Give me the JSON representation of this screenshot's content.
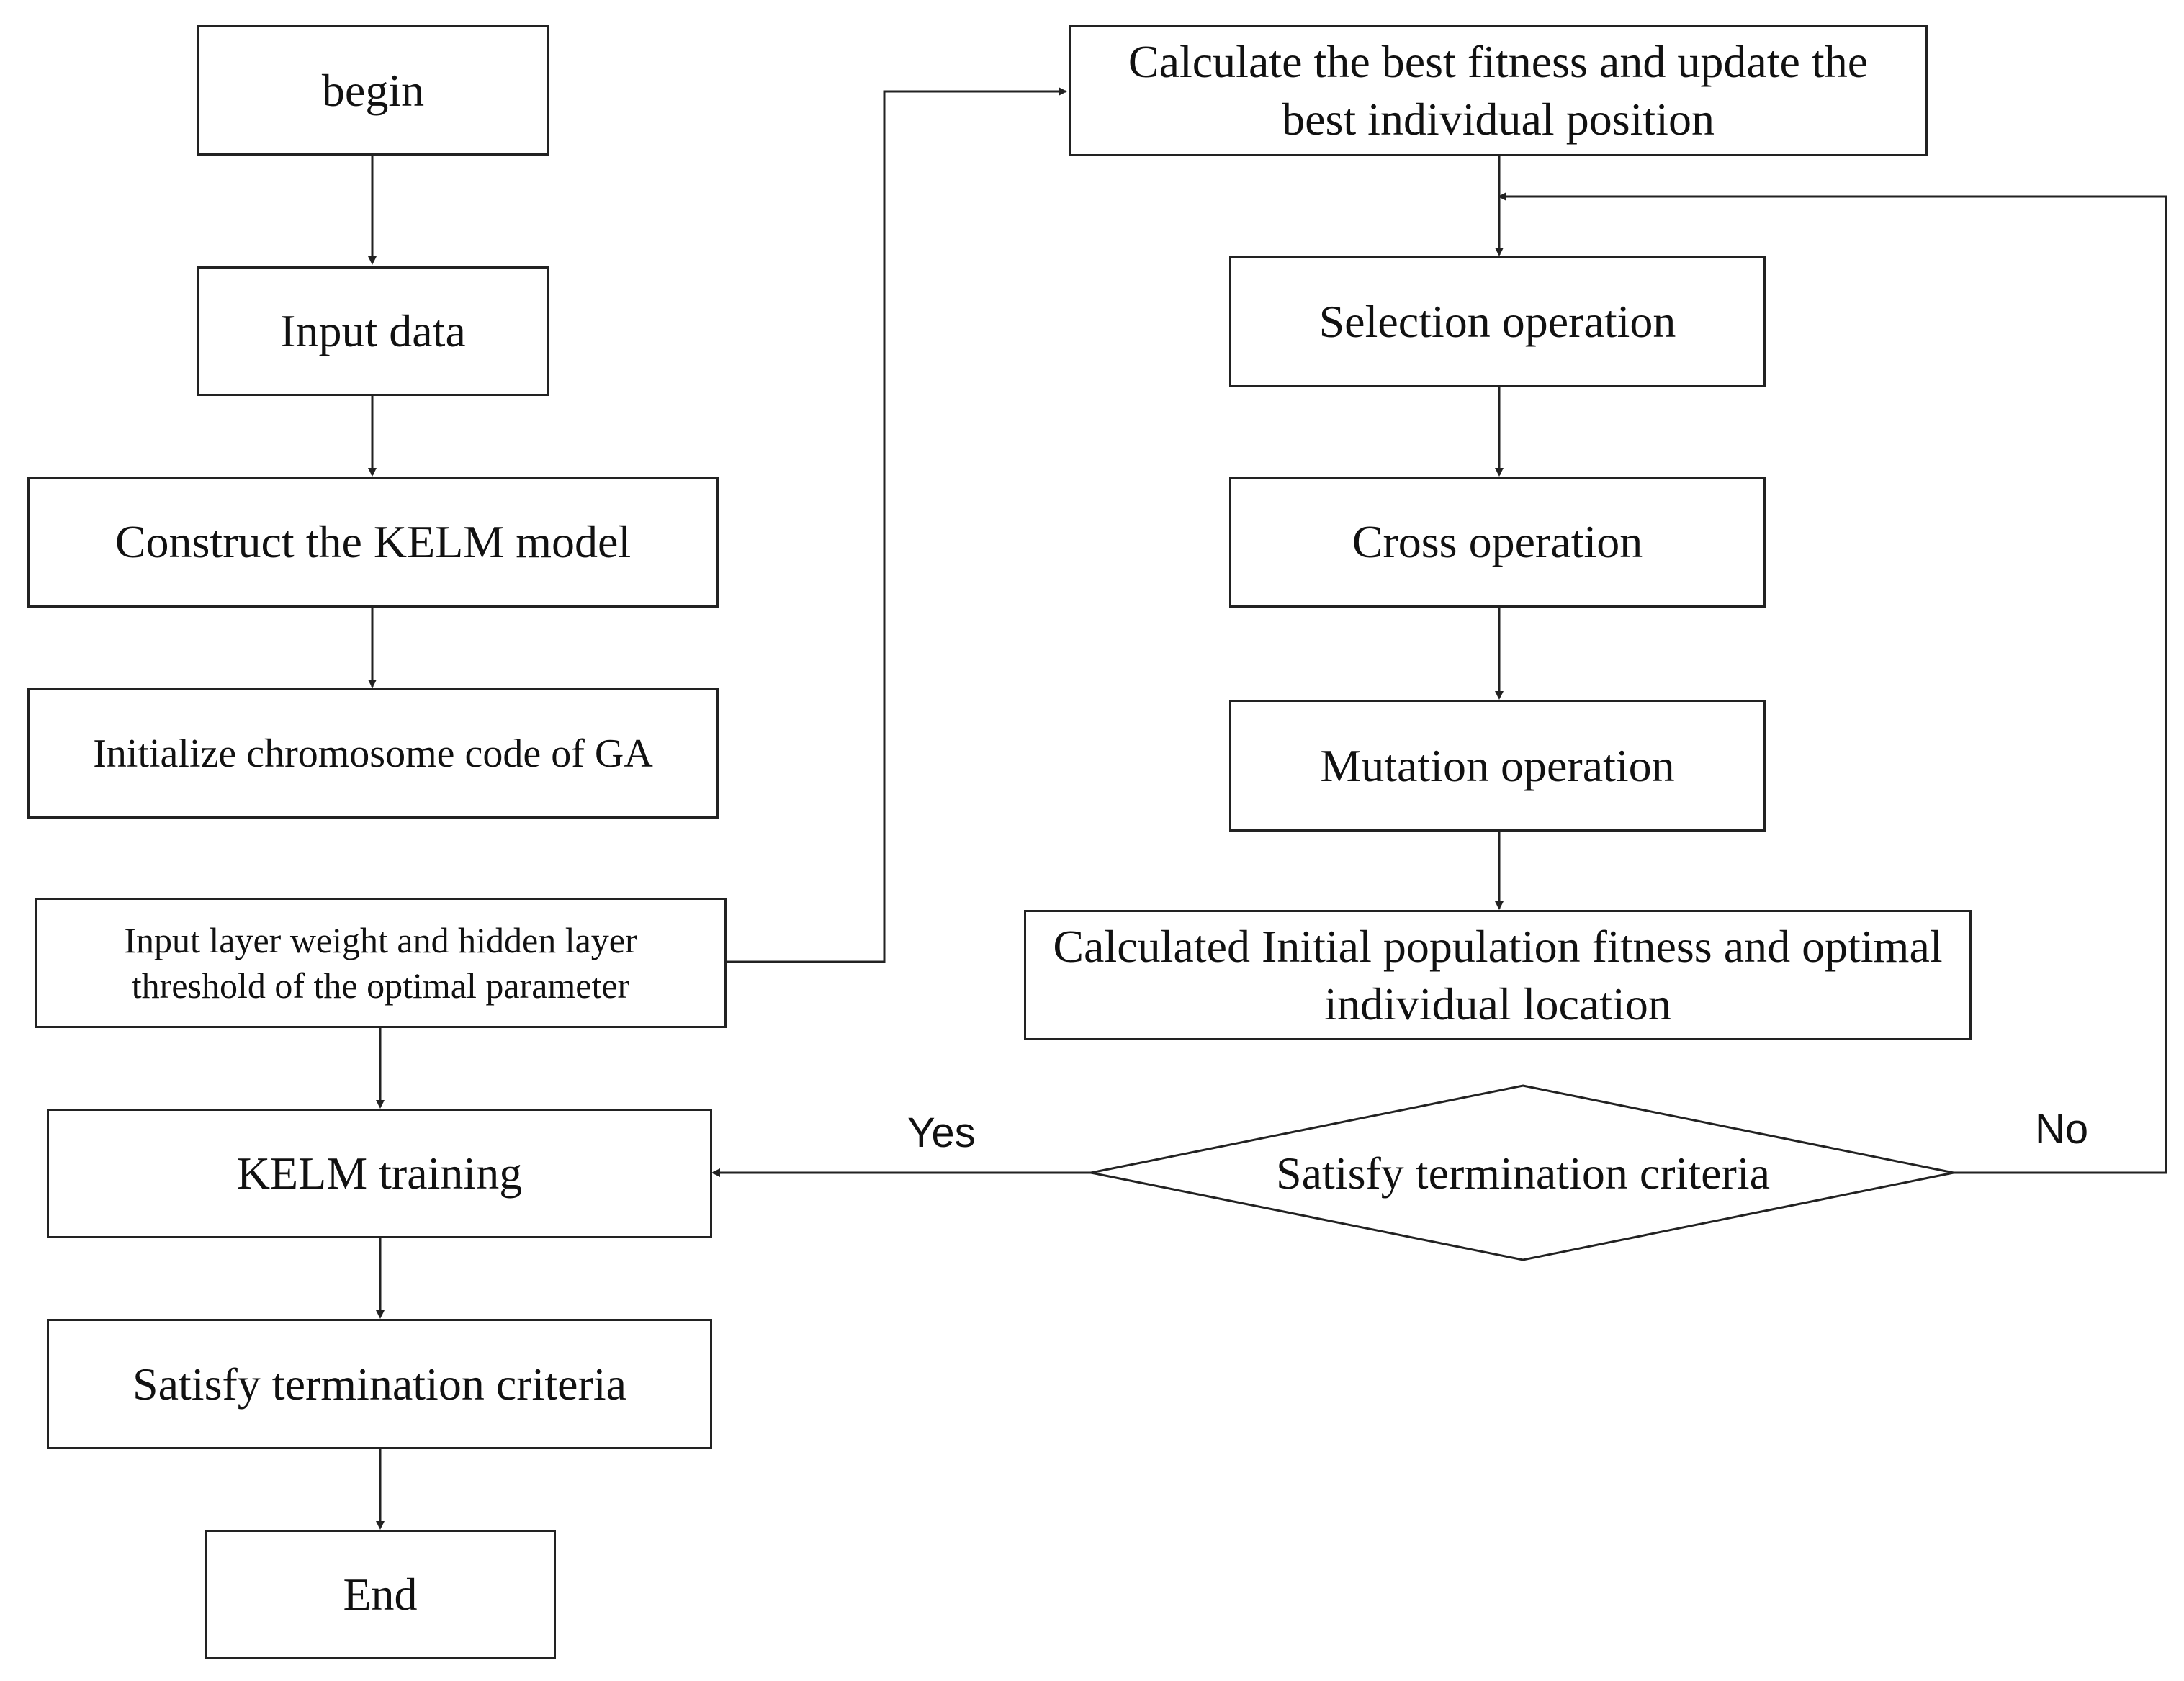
{
  "nodes": {
    "begin": "begin",
    "input_data": "Input data",
    "construct_kelm": "Construct the KELM model",
    "init_chromosome": "Initialize chromosome code of GA",
    "input_layer_weight": "Input layer weight and hidden layer threshold of the optimal parameter",
    "kelm_training": "KELM training",
    "satisfy_left": "Satisfy termination criteria",
    "end": "End",
    "calc_best_fitness": "Calculate the best fitness and update the best individual position",
    "selection": "Selection operation",
    "cross": "Cross operation",
    "mutation": "Mutation operation",
    "calc_initial": "Calculated Initial population fitness and optimal individual location",
    "decision": "Satisfy termination criteria"
  },
  "edge_labels": {
    "yes": "Yes",
    "no": "No"
  }
}
